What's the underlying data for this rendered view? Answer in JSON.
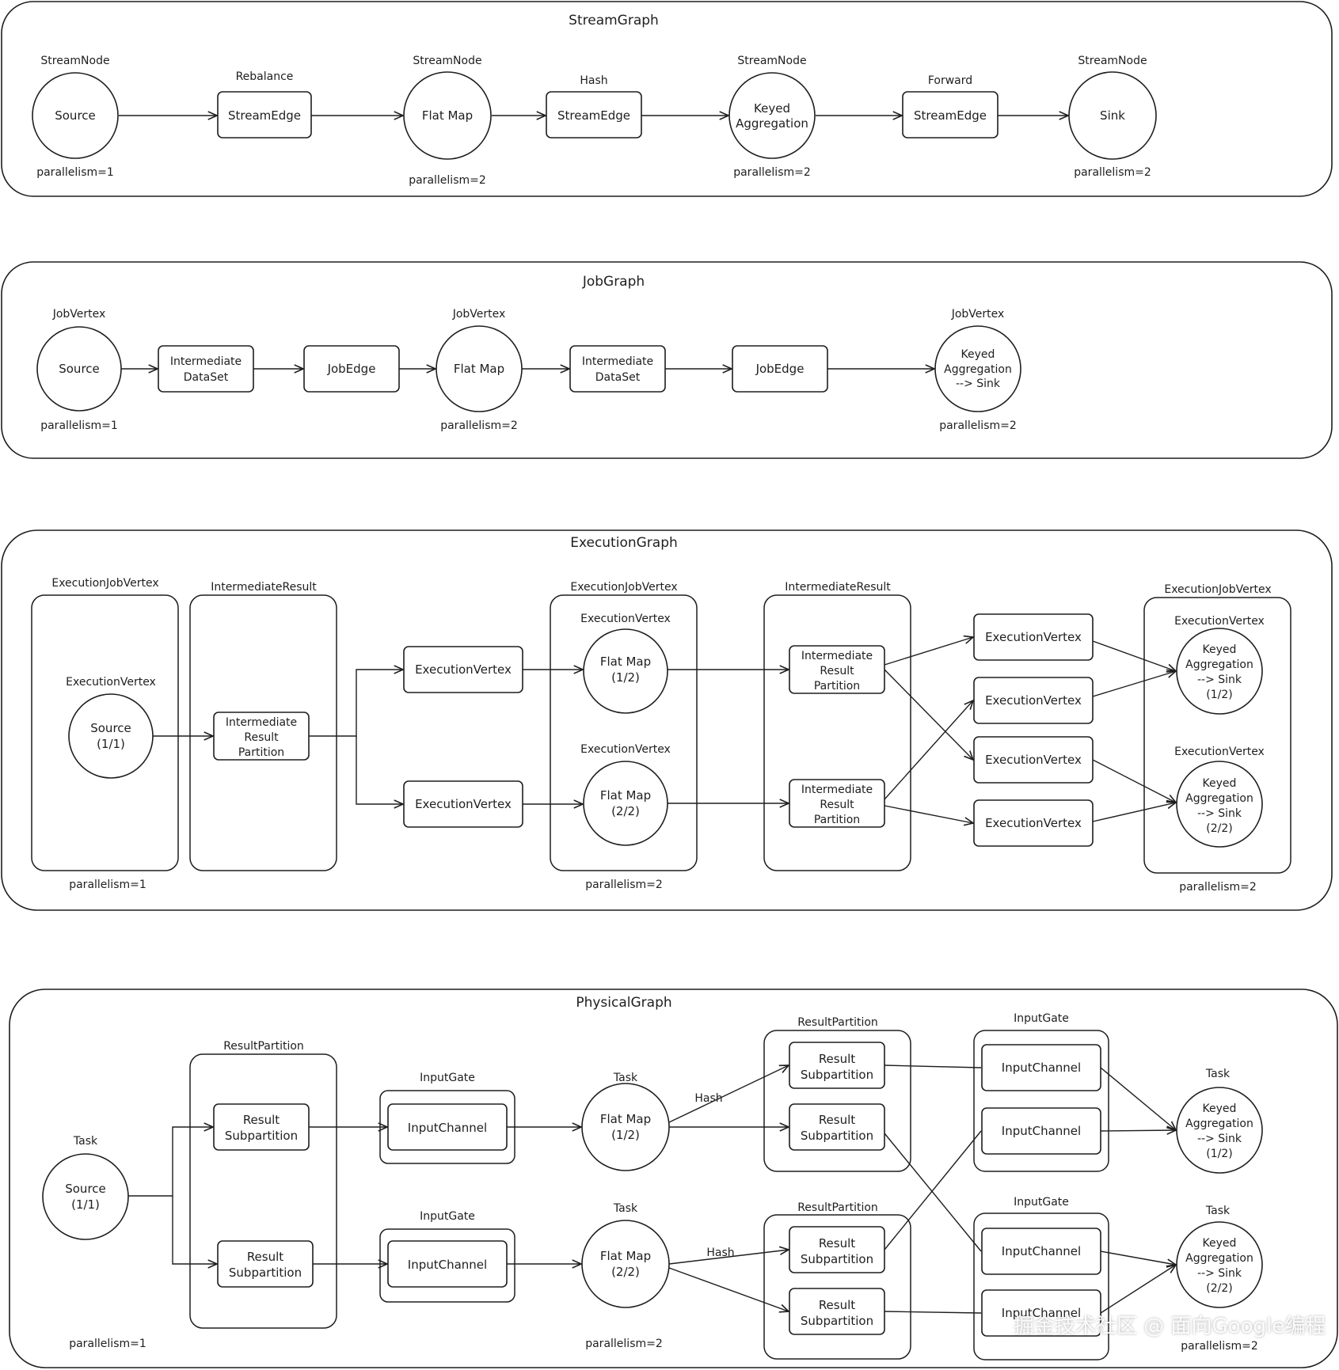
{
  "sections": {
    "stream_graph": {
      "title": "StreamGraph",
      "source": {
        "type": "StreamNode",
        "label": "Source",
        "parallelism": "parallelism=1"
      },
      "edge1": {
        "type": "Rebalance",
        "label": "StreamEdge"
      },
      "flatmap": {
        "type": "StreamNode",
        "label": "Flat Map",
        "parallelism": "parallelism=2"
      },
      "edge2": {
        "type": "Hash",
        "label": "StreamEdge"
      },
      "keyed": {
        "type": "StreamNode",
        "lines": [
          "Keyed",
          "Aggregation"
        ],
        "parallelism": "parallelism=2"
      },
      "edge3": {
        "type": "Forward",
        "label": "StreamEdge"
      },
      "sink": {
        "type": "StreamNode",
        "label": "Sink",
        "parallelism": "parallelism=2"
      }
    },
    "job_graph": {
      "title": "JobGraph",
      "source": {
        "type": "JobVertex",
        "label": "Source",
        "parallelism": "parallelism=1"
      },
      "dataset1": {
        "lines": [
          "Intermediate",
          "DataSet"
        ]
      },
      "edge1": {
        "label": "JobEdge"
      },
      "flatmap": {
        "type": "JobVertex",
        "label": "Flat Map",
        "parallelism": "parallelism=2"
      },
      "dataset2": {
        "lines": [
          "Intermediate",
          "DataSet"
        ]
      },
      "edge2": {
        "label": "JobEdge"
      },
      "keyed_sink": {
        "type": "JobVertex",
        "lines": [
          "Keyed",
          "Aggregation",
          "--> Sink"
        ],
        "parallelism": "parallelism=2"
      }
    },
    "execution_graph": {
      "title": "ExecutionGraph",
      "ejv_source": {
        "label": "ExecutionJobVertex",
        "vertex_label": "ExecutionVertex",
        "node_lines": [
          "Source",
          "(1/1)"
        ],
        "parallelism": "parallelism=1"
      },
      "ir1": {
        "label": "IntermediateResult",
        "partition_lines": [
          "Intermediate",
          "Result",
          "Partition"
        ]
      },
      "ev_top": "ExecutionVertex",
      "ev_bottom": "ExecutionVertex",
      "ejv_flatmap": {
        "label": "ExecutionJobVertex",
        "v1_label": "ExecutionVertex",
        "v1_lines": [
          "Flat Map",
          "(1/2)"
        ],
        "v2_label": "ExecutionVertex",
        "v2_lines": [
          "Flat Map",
          "(2/2)"
        ],
        "parallelism": "parallelism=2"
      },
      "ir2": {
        "label": "IntermediateResult",
        "p1_lines": [
          "Intermediate",
          "Result",
          "Partition"
        ],
        "p2_lines": [
          "Intermediate",
          "Result",
          "Partition"
        ]
      },
      "ev_right": [
        "ExecutionVertex",
        "ExecutionVertex",
        "ExecutionVertex",
        "ExecutionVertex"
      ],
      "ejv_keyed": {
        "label": "ExecutionJobVertex",
        "v1_label": "ExecutionVertex",
        "v1_lines": [
          "Keyed",
          "Aggregation",
          "--> Sink",
          "(1/2)"
        ],
        "v2_label": "ExecutionVertex",
        "v2_lines": [
          "Keyed",
          "Aggregation",
          "--> Sink",
          "(2/2)"
        ],
        "parallelism": "parallelism=2"
      }
    },
    "physical_graph": {
      "title": "PhysicalGraph",
      "source_task": {
        "label": "Task",
        "lines": [
          "Source",
          "(1/1)"
        ],
        "parallelism": "parallelism=1"
      },
      "rp1": {
        "label": "ResultPartition",
        "sub1_lines": [
          "Result",
          "Subpartition"
        ],
        "sub2_lines": [
          "Result",
          "Subpartition"
        ]
      },
      "ig_top": {
        "label": "InputGate",
        "channel": "InputChannel"
      },
      "ig_bottom": {
        "label": "InputGate",
        "channel": "InputChannel"
      },
      "task_fm1": {
        "label": "Task",
        "lines": [
          "Flat Map",
          "(1/2)"
        ]
      },
      "task_fm2": {
        "label": "Task",
        "lines": [
          "Flat Map",
          "(2/2)"
        ]
      },
      "flatmap_parallelism": "parallelism=2",
      "hash1": "Hash",
      "hash2": "Hash",
      "rp_top": {
        "label": "ResultPartition",
        "sub1_lines": [
          "Result",
          "Subpartition"
        ],
        "sub2_lines": [
          "Result",
          "Subpartition"
        ]
      },
      "rp_bottom": {
        "label": "ResultPartition",
        "sub1_lines": [
          "Result",
          "Subpartition"
        ],
        "sub2_lines": [
          "Result",
          "Subpartition"
        ]
      },
      "ig_right_top": {
        "label": "InputGate",
        "ch1": "InputChannel",
        "ch2": "InputChannel"
      },
      "ig_right_bottom": {
        "label": "InputGate",
        "ch1": "InputChannel",
        "ch2": "InputChannel"
      },
      "task_k1": {
        "label": "Task",
        "lines": [
          "Keyed",
          "Aggregation",
          "--> Sink",
          "(1/2)"
        ]
      },
      "task_k2": {
        "label": "Task",
        "lines": [
          "Keyed",
          "Aggregation",
          "--> Sink",
          "(2/2)"
        ],
        "parallelism": "parallelism=2"
      }
    }
  },
  "watermark": "掘金技术社区 @ 面向Google编程"
}
